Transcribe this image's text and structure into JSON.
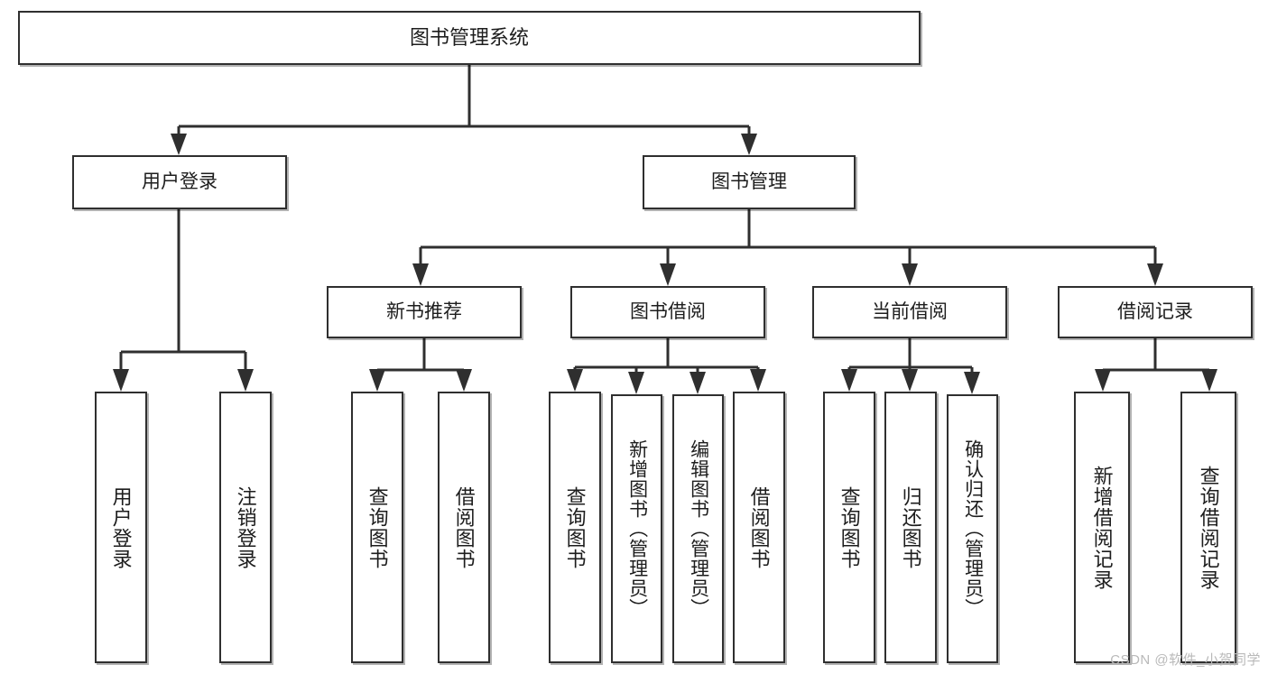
{
  "diagram": {
    "title": "图书管理系统",
    "type": "tree",
    "root": {
      "id": "root",
      "label": "图书管理系统"
    },
    "level2": [
      {
        "id": "user-login",
        "label": "用户登录"
      },
      {
        "id": "book-manage",
        "label": "图书管理"
      }
    ],
    "level3": [
      {
        "id": "new-book-rec",
        "label": "新书推荐"
      },
      {
        "id": "book-borrow",
        "label": "图书借阅"
      },
      {
        "id": "current-borrow",
        "label": "当前借阅"
      },
      {
        "id": "borrow-record",
        "label": "借阅记录"
      }
    ],
    "leaves": {
      "user_login": [
        {
          "id": "leaf-user-login",
          "label": "用户登录"
        },
        {
          "id": "leaf-user-logout",
          "label": "注销登录"
        }
      ],
      "new_book_rec": [
        {
          "id": "leaf-query-book-1",
          "label": "查询图书"
        },
        {
          "id": "leaf-borrow-book-1",
          "label": "借阅图书"
        }
      ],
      "book_borrow": [
        {
          "id": "leaf-query-book-2",
          "label": "查询图书"
        },
        {
          "id": "leaf-add-book",
          "label": "新增图书（管理员）"
        },
        {
          "id": "leaf-edit-book",
          "label": "编辑图书（管理员）"
        },
        {
          "id": "leaf-borrow-book-2",
          "label": "借阅图书"
        }
      ],
      "current_borrow": [
        {
          "id": "leaf-query-book-3",
          "label": "查询图书"
        },
        {
          "id": "leaf-return-book",
          "label": "归还图书"
        },
        {
          "id": "leaf-confirm-return",
          "label": "确认归还（管理员）"
        }
      ],
      "borrow_record": [
        {
          "id": "leaf-add-record",
          "label": "新增借阅记录"
        },
        {
          "id": "leaf-query-record",
          "label": "查询借阅记录"
        }
      ]
    }
  },
  "watermark": {
    "text": "CSDN @软件_小贺同学"
  },
  "colors": {
    "border": "#2f2f2f",
    "background": "#ffffff",
    "text": "#1d1d1d",
    "connector": "#2f2f2f",
    "watermark": "#b9b9b9"
  }
}
